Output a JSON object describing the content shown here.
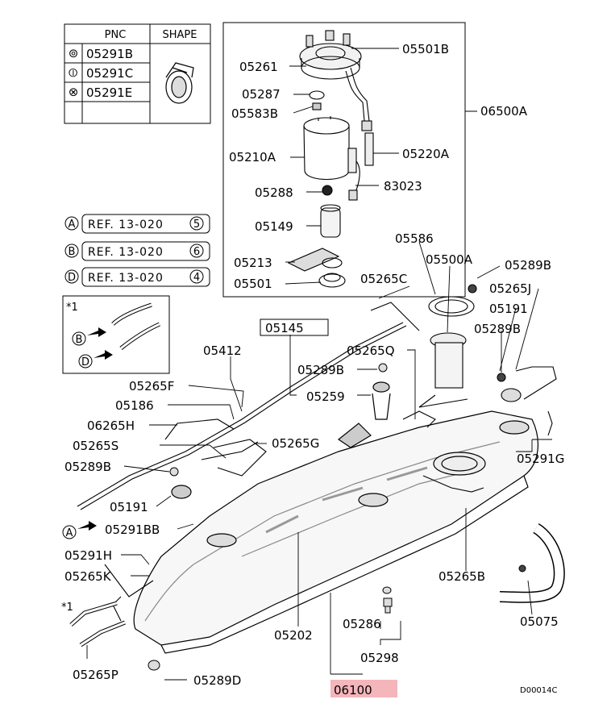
{
  "diagram_id": "D00014C",
  "legend": {
    "header_pnc": "PNC",
    "header_shape": "SHAPE",
    "rows": [
      {
        "symbol": "⊚",
        "pnc": "05291B"
      },
      {
        "symbol": "⦶",
        "pnc": "05291C"
      },
      {
        "symbol": "⊗",
        "pnc": "05291E"
      }
    ]
  },
  "refs": [
    {
      "letter": "A",
      "text": "REF. 13-020",
      "num": "5"
    },
    {
      "letter": "B",
      "text": "REF. 13-020",
      "num": "6"
    },
    {
      "letter": "D",
      "text": "REF. 13-020",
      "num": "4"
    }
  ],
  "note": {
    "marker": "*1",
    "arrow_b": "B",
    "arrow_d": "D"
  },
  "pump_assembly": "06500A",
  "labels": {
    "p05501B": "05501B",
    "p05261": "05261",
    "p05287": "05287",
    "p05583B": "05583B",
    "p05210A": "05210A",
    "p05220A": "05220A",
    "p83023": "83023",
    "p05288": "05288",
    "p05149": "05149",
    "p05213": "05213",
    "p05501": "05501",
    "p05586": "05586",
    "p05500A": "05500A",
    "p05289B_1": "05289B",
    "p05265C": "05265C",
    "p05265J": "05265J",
    "p05191_1": "05191",
    "p05145": "05145",
    "p05289B_2": "05289B",
    "p05412": "05412",
    "p05265Q": "05265Q",
    "p05289B_3": "05289B",
    "p05259": "05259",
    "p05265F": "05265F",
    "p05186": "05186",
    "p06265H": "06265H",
    "p05265S": "05265S",
    "p05265G": "05265G",
    "p05291G": "05291G",
    "p05289B_4": "05289B",
    "p05191_2": "05191",
    "p05291BB": "05291BB",
    "pA": "A",
    "p05291H": "05291H",
    "p05265K": "05265K",
    "pStar": "*1",
    "p05265B": "05265B",
    "p05202": "05202",
    "p05286": "05286",
    "p05075": "05075",
    "p05298": "05298",
    "p05265P": "05265P",
    "p05289D": "05289D",
    "p06100": "06100"
  },
  "colors": {
    "highlight": "#f4b6bb",
    "line": "#000000",
    "shade": "#bdbdbd"
  }
}
